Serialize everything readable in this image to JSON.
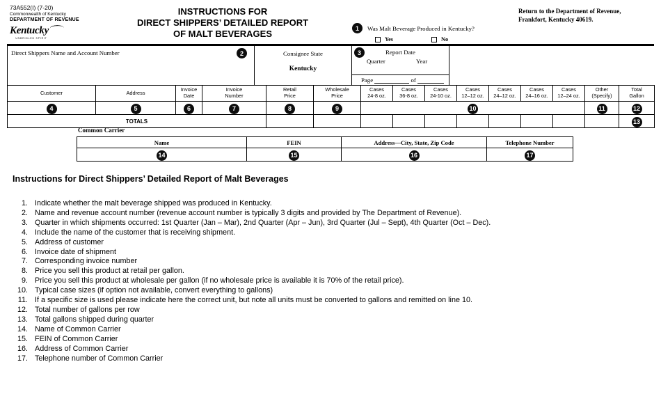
{
  "header": {
    "form_number": "73A552(I) (7-20)",
    "commonwealth": "Commonwealth of Kentucky",
    "department": "DEPARTMENT OF REVENUE",
    "logo": {
      "script": "Kentucky",
      "tagline": "UNBRIDLED SPIRIT"
    },
    "title": {
      "line1": "INSTRUCTIONS FOR",
      "line2": "DIRECT SHIPPERS’ DETAILED REPORT",
      "line3": "OF MALT BEVERAGES"
    },
    "question": {
      "number": "1",
      "text": "Was Malt Beverage Produced in Kentucky?",
      "yes": "Yes",
      "no": "No"
    },
    "return_address": {
      "line1": "Return to the Department of Revenue,",
      "line2": "Frankfort, Kentucky 40619."
    }
  },
  "info_row": {
    "shipper": {
      "label": "Direct Shippers Name and Account Number",
      "number": "2"
    },
    "consignee": {
      "label": "Consignee State",
      "value": "Kentucky"
    },
    "report": {
      "number": "3",
      "label": "Report Date",
      "quarter": "Quarter",
      "year": "Year",
      "page": "Page",
      "of": "of"
    }
  },
  "main_table": {
    "columns": [
      {
        "l1": "Customer",
        "number": "4"
      },
      {
        "l1": "Address",
        "number": "5"
      },
      {
        "l1": "Invoice",
        "l2": "Date",
        "number": "6"
      },
      {
        "l1": "Invoice",
        "l2": "Number",
        "number": "7"
      },
      {
        "l1": "Retail",
        "l2": "Price",
        "number": "8"
      },
      {
        "l1": "Wholesale",
        "l2": "Price",
        "number": "9"
      },
      {
        "l1": "Cases",
        "l2": "24-8 oz."
      },
      {
        "l1": "Cases",
        "l2": "36-8 oz."
      },
      {
        "l1": "Cases",
        "l2": "24-10 oz."
      },
      {
        "l1": "Cases",
        "l2": "12–12 oz."
      },
      {
        "l1": "Cases",
        "l2": "24–12 oz."
      },
      {
        "l1": "Cases",
        "l2": "24–16 oz."
      },
      {
        "l1": "Cases",
        "l2": "12–24 oz."
      },
      {
        "l1": "Other",
        "l2": "(Specify)",
        "number": "11"
      },
      {
        "l1": "Total",
        "l2": "Gallon",
        "number": "12"
      }
    ],
    "cases_group_number": "10",
    "totals_label": "TOTALS",
    "totals_number": "13"
  },
  "common_carrier": {
    "label": "Common Carrier",
    "columns": [
      {
        "label": "Name",
        "number": "14"
      },
      {
        "label": "FEIN",
        "number": "15"
      },
      {
        "label": "Address—City, State, Zip Code",
        "number": "16"
      },
      {
        "label": "Telephone Number",
        "number": "17"
      }
    ]
  },
  "instructions": {
    "heading": "Instructions for Direct Shippers’ Detailed Report of Malt Beverages",
    "items": [
      {
        "n": "1.",
        "t": "Indicate whether the malt beverage shipped was produced in Kentucky."
      },
      {
        "n": "2.",
        "t": "Name and revenue account number (revenue account number is typically 3 digits and provided by The Department of Revenue)."
      },
      {
        "n": "3.",
        "t": "Quarter in which shipments occurred: 1st Quarter (Jan – Mar), 2nd Quarter (Apr – Jun), 3rd Quarter (Jul – Sept), 4th Quarter (Oct – Dec)."
      },
      {
        "n": "4.",
        "t": "Include the name of the customer that is receiving shipment."
      },
      {
        "n": "5.",
        "t": "Address of customer"
      },
      {
        "n": "6.",
        "t": "Invoice date of shipment"
      },
      {
        "n": "7.",
        "t": "Corresponding invoice number"
      },
      {
        "n": "8.",
        "t": "Price you sell this product at retail per gallon."
      },
      {
        "n": "9.",
        "t": "Price you sell this product at wholesale per gallon (if no wholesale price is available it is 70% of the retail price)."
      },
      {
        "n": "10.",
        "t": "Typical case sizes (if option not available, convert everything to gallons)"
      },
      {
        "n": "11.",
        "t": "If a specific size is used please indicate here the correct unit, but note all units must be converted to gallons and remitted on line 10."
      },
      {
        "n": "12.",
        "t": "Total number of gallons per row"
      },
      {
        "n": "13.",
        "t": "Total gallons shipped during quarter"
      },
      {
        "n": "14.",
        "t": "Name of Common Carrier"
      },
      {
        "n": "15.",
        "t": "FEIN of Common Carrier"
      },
      {
        "n": "16.",
        "t": "Address of Common Carrier"
      },
      {
        "n": "17.",
        "t": "Telephone number of Common Carrier"
      }
    ]
  }
}
